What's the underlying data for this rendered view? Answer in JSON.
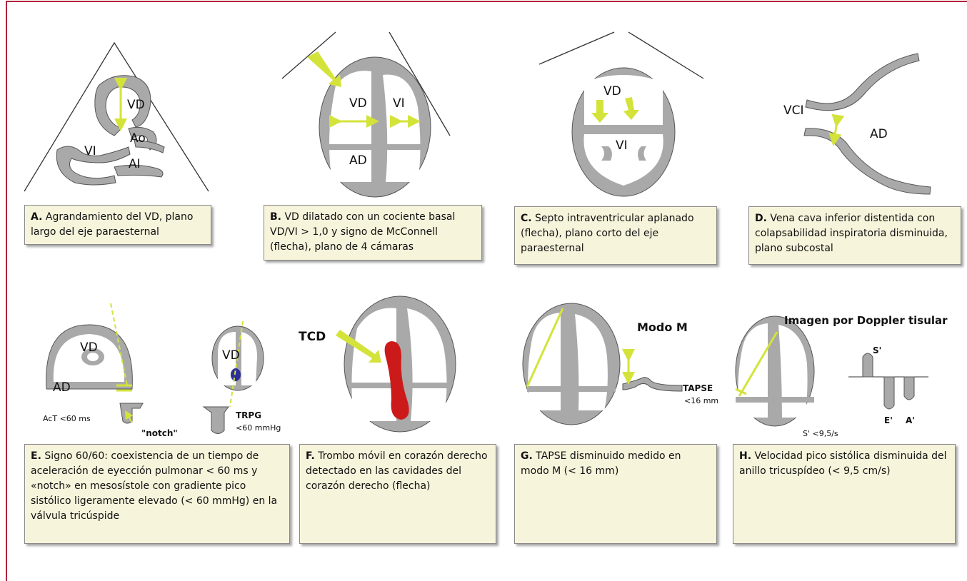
{
  "colors": {
    "frame": "#b0223a",
    "tissue": "#a9a9a9",
    "tissue_stroke": "#555555",
    "arrow": "#d4e33a",
    "caption_bg": "#f7f4dc",
    "thrombus": "#cc1a1a",
    "dot": "#2b2f9a"
  },
  "panels": {
    "A": {
      "letter": "A.",
      "text": " Agrandamiento del VD, plano largo del eje paraesternal",
      "labels": {
        "vd": "VD",
        "ao": "Ao",
        "vi": "VI",
        "ai": "AI"
      }
    },
    "B": {
      "letter": "B.",
      "text": " VD dilatado con un cociente basal VD/VI > 1,0 y signo de McConnell (flecha), plano de 4 cámaras",
      "labels": {
        "vd": "VD",
        "vi": "VI",
        "ad": "AD"
      }
    },
    "C": {
      "letter": "C.",
      "text": " Septo intraventricular aplanado (flecha), plano corto del eje paraesternal",
      "labels": {
        "vd": "VD",
        "vi": "VI"
      }
    },
    "D": {
      "letter": "D.",
      "text": " Vena cava inferior distentida con colapsabilidad inspiratoria disminuida, plano subcostal",
      "labels": {
        "vci": "VCI",
        "ad": "AD"
      }
    },
    "E": {
      "letter": "E.",
      "text": " Signo 60/60: coexistencia de un tiempo de aceleración de eyección pulmonar < 60 ms y «notch» en mesosístole con gradiente pico sistólico ligeramente elevado (< 60 mmHg) en la válvula tricúspide",
      "labels": {
        "vd1": "VD",
        "ad": "AD",
        "act": "AcT <60 ms",
        "notch": "\"notch\"",
        "vd2": "VD",
        "trpg": "TRPG",
        "trpg_val": "<60 mmHg"
      }
    },
    "F": {
      "letter": "F.",
      "text": " Trombo móvil en corazón derecho detectado en las cavidades del corazón derecho (flecha)",
      "labels": {
        "tcd": "TCD"
      }
    },
    "G": {
      "letter": "G.",
      "text": " TAPSE disminuido medido en modo M (< 16 mm)",
      "labels": {
        "modo": "Modo M",
        "tapse": "TAPSE",
        "tapse_val": "<16 mm"
      }
    },
    "H": {
      "letter": "H.",
      "text": " Velocidad pico sistólica disminuida del anillo tricuspídeo (< 9,5 cm/s)",
      "labels": {
        "title": "Imagen por Doppler tisular",
        "s": "S'",
        "e": "E'",
        "a": "A'",
        "s_val": "S' <9,5/s"
      }
    }
  }
}
